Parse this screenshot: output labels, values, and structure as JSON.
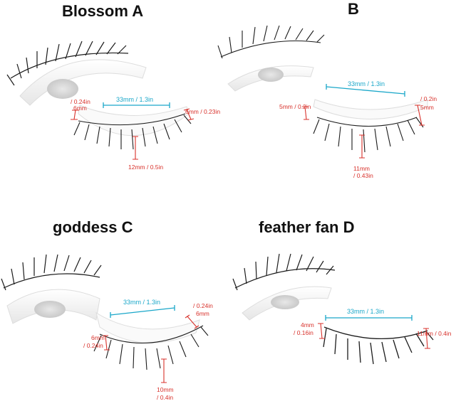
{
  "panels": {
    "a": {
      "title": "Blossom A",
      "width": "33mm / 1.3in",
      "left_end": "/ 0.24in",
      "left_end_mm": "6mm",
      "right_end": "6mm / 0.23in",
      "center": "12mm / 0.5in"
    },
    "b": {
      "title": "B",
      "width": "33mm / 1.3in",
      "left_end": "5mm / 0.2in",
      "right_end": "/ 0.2in",
      "right_end_mm": "5mm",
      "center_mm": "11mm",
      "center_in": "/ 0.43in"
    },
    "c": {
      "title": "goddess C",
      "width": "33mm / 1.3in",
      "right_end": "/ 0.24in",
      "right_end_mm": "6mm",
      "left_end_mm": "6mm",
      "left_end_in": "/ 0.24in",
      "center_mm": "10mm",
      "center_in": "/ 0.4in"
    },
    "d": {
      "title": "feather fan D",
      "width": "33mm / 1.3in",
      "left_end_mm": "4mm",
      "left_end_in": "/ 0.16in",
      "right_end": "11mm / 0.4in"
    }
  },
  "colors": {
    "measure_line": "#1aa7c9",
    "measure_text_red": "#d8312b",
    "lash": "#1b1b1b",
    "tray": "#f4f4f4"
  }
}
